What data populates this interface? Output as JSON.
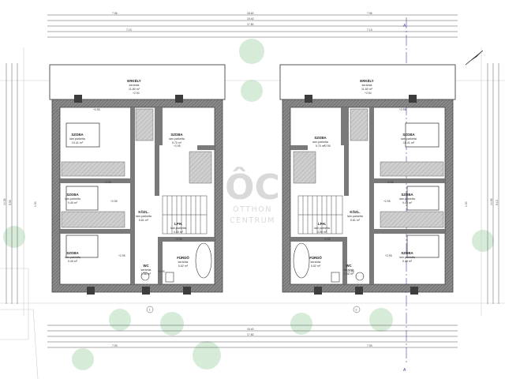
{
  "colors": {
    "wall": "#6f6f6f",
    "wall_dark": "#4d4d4d",
    "hatch": "#9a9a9a",
    "tree": "#d7ebd9",
    "section": "#3a3aa8",
    "logo": "#d9d9d9"
  },
  "logo": {
    "main": "ÔC",
    "line1": "OTTHON",
    "line2": "CENTRUM"
  },
  "dims": {
    "top_row1": [
      "7.96",
      "18.60",
      "7.96"
    ],
    "top_row2": [
      "19.40"
    ],
    "top_row3": [
      "17.80"
    ],
    "top_row4": [
      "7.13",
      "7.13"
    ],
    "bot_row1": [
      "19.40"
    ],
    "bot_row2": [
      "17.80"
    ],
    "bot_row3": [
      "7.90",
      "7.90"
    ],
    "side": [
      "10.33",
      "9.93",
      "10.93",
      "9.13",
      "1.90",
      "1.90"
    ]
  },
  "section_marks": [
    "A",
    "A"
  ],
  "axis_marks": [
    "1",
    "2"
  ],
  "units": [
    {
      "id": "left",
      "rooms": [
        {
          "key": "erkely",
          "name": "ERKÉLY",
          "floor": "kerámia",
          "area": "11.80 m²"
        },
        {
          "key": "szoba1",
          "name": "SZOBA",
          "floor": "lam.parketta",
          "area": "10.41 m²"
        },
        {
          "key": "szoba2",
          "name": "SZOBA",
          "floor": "lam.parketta",
          "area": "9.70 m²"
        },
        {
          "key": "szoba3",
          "name": "SZOBA",
          "floor": "lam.parketta",
          "area": "9.45 m²"
        },
        {
          "key": "kozl",
          "name": "KÖZL.",
          "floor": "lam.parketta",
          "area": "5.81 m²"
        },
        {
          "key": "lph",
          "name": "LPH.",
          "floor": "lam.parketta",
          "area": "4.50 m²"
        },
        {
          "key": "szoba4",
          "name": "SZOBA",
          "floor": "lam.parketta",
          "area": "9.45 m²"
        },
        {
          "key": "wc",
          "name": "WC",
          "floor": "kerámia",
          "area": "1.56 m²"
        },
        {
          "key": "furdo",
          "name": "FÜRDŐ",
          "floor": "kerámia",
          "area": "5.52 m²"
        }
      ],
      "levels": [
        "+2.94",
        "+2.95",
        "+2.95",
        "+2.95",
        "+2.95",
        "+2.95",
        "+2.95",
        "+2.95"
      ]
    },
    {
      "id": "right",
      "rooms": [
        {
          "key": "erkely",
          "name": "ERKÉLY",
          "floor": "kerámia",
          "area": "11.80 m²"
        },
        {
          "key": "szoba1",
          "name": "SZOBA",
          "floor": "lam.parketta",
          "area": "9.70 m²"
        },
        {
          "key": "szoba2",
          "name": "SZOBA",
          "floor": "lam.parketta",
          "area": "10.41 m²"
        },
        {
          "key": "kozl",
          "name": "KÖZL.",
          "floor": "lam.parketta",
          "area": "5.81 m²"
        },
        {
          "key": "szoba3",
          "name": "SZOBA",
          "floor": "lam.parketta",
          "area": "9.45 m²"
        },
        {
          "key": "lph",
          "name": "LPH.",
          "floor": "lam.parketta",
          "area": "4.50 m²"
        },
        {
          "key": "furdo",
          "name": "FÜRDŐ",
          "floor": "kerámia",
          "area": "5.52 m²"
        },
        {
          "key": "wc",
          "name": "WC",
          "floor": "kerámia",
          "area": "1.56 m²"
        },
        {
          "key": "szoba4",
          "name": "SZOBA",
          "floor": "lam.parketta",
          "area": "9.45 m²"
        }
      ],
      "levels": [
        "+2.94",
        "+2.95",
        "+2.95",
        "+2.95",
        "+2.95",
        "+2.95",
        "+2.95",
        "+2.95"
      ]
    }
  ]
}
